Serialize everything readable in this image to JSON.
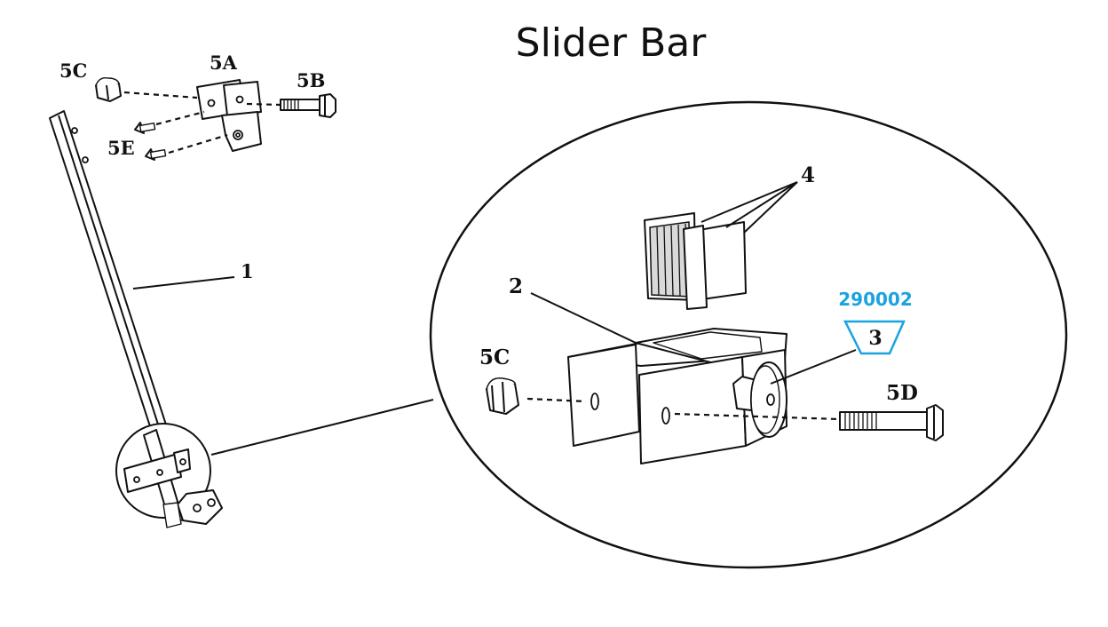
{
  "title": "Slider Bar",
  "labels": {
    "part_1": "1",
    "part_2": "2",
    "part_3": "3",
    "part_4": "4",
    "part_5a": "5A",
    "part_5b": "5B",
    "part_5c_top": "5C",
    "part_5c_detail": "5C",
    "part_5d": "5D",
    "part_5e": "5E"
  },
  "part_number": "290002",
  "colors": {
    "part_number": "#1aa3e0",
    "ink": "#111111",
    "background": "#ffffff"
  }
}
